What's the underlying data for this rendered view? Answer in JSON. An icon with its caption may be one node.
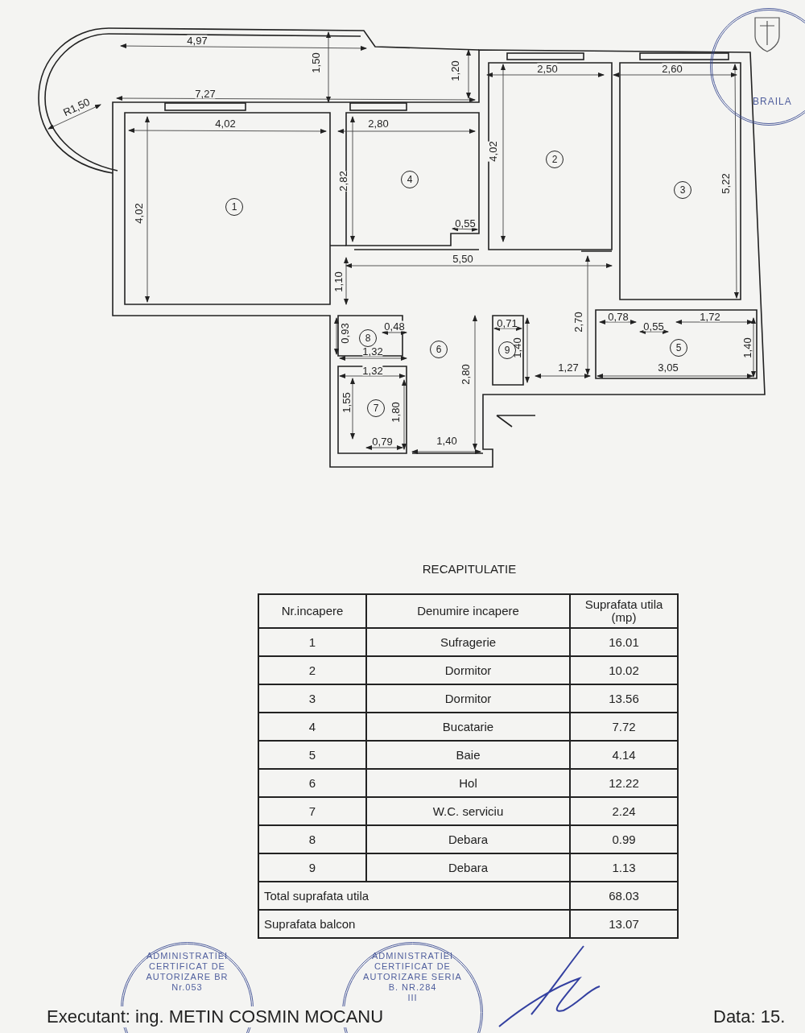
{
  "diagram": {
    "nodes": [
      {
        "text": [
          "1"
        ]
      },
      {
        "text": [
          "4"
        ]
      },
      {
        "text": [
          "2"
        ]
      },
      {
        "text": [
          "3"
        ]
      },
      {
        "text": [
          "8"
        ]
      },
      {
        "text": [
          "6"
        ]
      },
      {
        "text": [
          "9"
        ]
      },
      {
        "text": [
          "5"
        ]
      },
      {
        "text": [
          "7"
        ]
      },
      {
        "text": [
          "BRAILA"
        ]
      },
      {
        "text": [
          "ADMINISTRATIEI",
          "CERTIFICAT DE AUTORIZARE BR Nr.053"
        ]
      },
      {
        "text": [
          "ADMINISTRATIEI",
          "CERTIFICAT DE AUTORIZARE SERIA B. NR.284",
          "III"
        ]
      }
    ],
    "labels": [
      "4,97",
      "1,50",
      "1,20",
      "7,27",
      "R1,50",
      "4,02",
      "2,80",
      "2,50",
      "2,60",
      "4,02",
      "2,82",
      "4,02",
      "5,22",
      "0,55",
      "5,50",
      "1,10",
      "2,70",
      "0,78",
      "0,55",
      "1,72",
      "0,93",
      "0,48",
      "0,71",
      "1,40",
      "1,40",
      "1,32",
      "1,32",
      "1,27",
      "3,05",
      "1,55",
      "1,80",
      "2,80",
      "0,79",
      "1,40",
      "RECAPITULATIE",
      "Nr.incapere",
      "Denumire incapere",
      "Suprafata utila (mp)",
      "1",
      "Sufragerie",
      "16.01",
      "2",
      "Dormitor",
      "10.02",
      "3",
      "Dormitor",
      "13.56",
      "4",
      "Bucatarie",
      "7.72",
      "5",
      "Baie",
      "4.14",
      "6",
      "Hol",
      "12.22",
      "7",
      "W.C. serviciu",
      "2.24",
      "8",
      "Debara",
      "0.99",
      "9",
      "Debara",
      "1.13",
      "Total suprafata utila",
      "68.03",
      "Suprafata balcon",
      "13.07",
      "Executant: ing. METIN COSMIN MOCANU",
      "Data: 15."
    ]
  }
}
